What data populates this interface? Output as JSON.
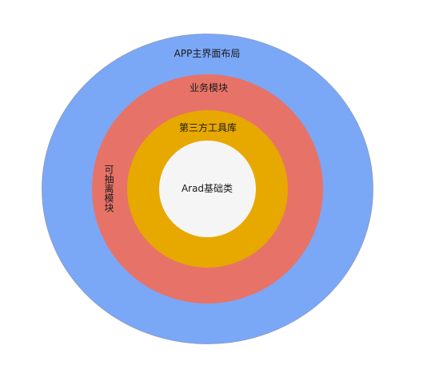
{
  "diagram": {
    "layers": [
      {
        "id": "app-main-layout",
        "label": "APP主界面布局",
        "fill": "#7ba7f7",
        "stroke": "#8a9bb8"
      },
      {
        "id": "business-module",
        "label": "业务模块",
        "fill": "#e77368",
        "stroke": "#e77368"
      },
      {
        "id": "third-party-library",
        "label": "第三方工具库",
        "fill": "#e7a800",
        "stroke": "#e7a800"
      },
      {
        "id": "arad-base-classes",
        "label": "Arad基础类",
        "fill": "#f5f5f5",
        "stroke": "#f5f5f5"
      }
    ],
    "side_label": "可抽离模块"
  }
}
